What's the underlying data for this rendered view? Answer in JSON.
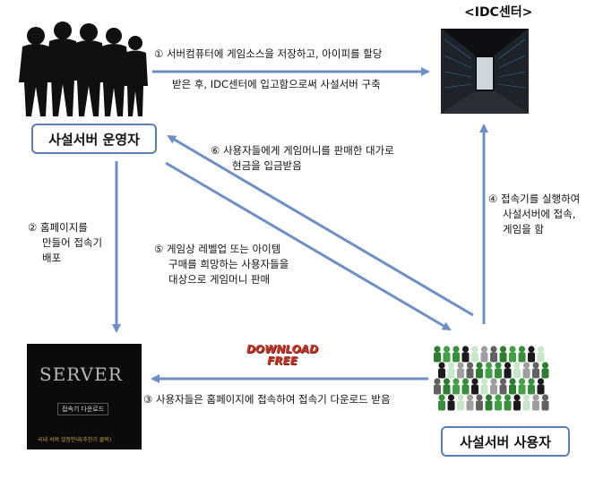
{
  "idc_title": "<IDC센터>",
  "operator_label": "사설서버 운영자",
  "users_label": "사설서버 사용자",
  "step1": [
    "① 서버컴퓨터에 게임소스을 저장하고, 아이피를 할당",
    "받은 후, IDC센터에 입고함으로써 사설서버 구축"
  ],
  "step2": [
    "② 홈페이지를",
    "만들어 접속기",
    "배포"
  ],
  "step3": "③ 사용자들은 홈페이지에 접속하여 접속기 다운로드 받음",
  "step4": [
    "④ 접속기를 실행하여",
    "사설서버에 접속,",
    "게임을 함"
  ],
  "step5": [
    "⑤ 게임상 레벨업 또는 아이템",
    "구매를 희망하는 사용자들을",
    "대상으로 게임머니 판매"
  ],
  "step6": [
    "⑥ 사용자들에게 게임머니를 판매한 대가로",
    "현금을 입금받음"
  ],
  "download_badge": [
    "DOWNLOAD",
    "FREE"
  ],
  "server_logo": "SERVER",
  "server_button": "접속기 다운로드",
  "server_footer": "국내 서버 설정안내(추천기 클릭)",
  "colors": {
    "arrow": "#6f8fc4",
    "box_border": "#5b7fb5",
    "download": "#c0392b"
  }
}
